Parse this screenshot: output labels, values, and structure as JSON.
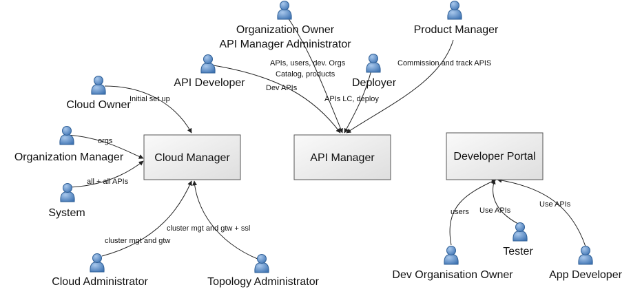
{
  "diagram": {
    "boxes": {
      "cloud_manager": "Cloud Manager",
      "api_manager": "API Manager",
      "developer_portal": "Developer Portal"
    },
    "actors": {
      "org_owner_line1": "Organization Owner",
      "org_owner_line2": "API Manager Administrator",
      "product_manager": "Product Manager",
      "api_developer": "API Developer",
      "deployer": "Deployer",
      "cloud_owner": "Cloud Owner",
      "organization_manager": "Organization Manager",
      "system": "System",
      "cloud_administrator": "Cloud Administrator",
      "topology_administrator": "Topology Administrator",
      "tester": "Tester",
      "dev_organisation_owner": "Dev Organisation Owner",
      "app_developer": "App Developer"
    },
    "edges": {
      "initial_setup": "Initial set up",
      "orgs": "orgs",
      "all_apis": "all + all APIs",
      "cluster_mgt_gtw": "cluster mgt and gtw",
      "cluster_mgt_gtw_ssl": "cluster mgt and gtw + ssl",
      "owner_line1": "APIs, users, dev. Orgs",
      "owner_line2": "Catalog, products",
      "dev_apis": "Dev APIs",
      "apis_lc_deploy": "APIs LC, deploy",
      "commission": "Commission and track APIS",
      "users": "users",
      "use_apis_tester": "Use APIs",
      "use_apis_app": "Use APIs"
    },
    "colors": {
      "actor_fill": "#5b8fc9",
      "actor_stroke": "#2f5f96",
      "box_fill": "#efefef",
      "box_stroke": "#555555"
    }
  }
}
